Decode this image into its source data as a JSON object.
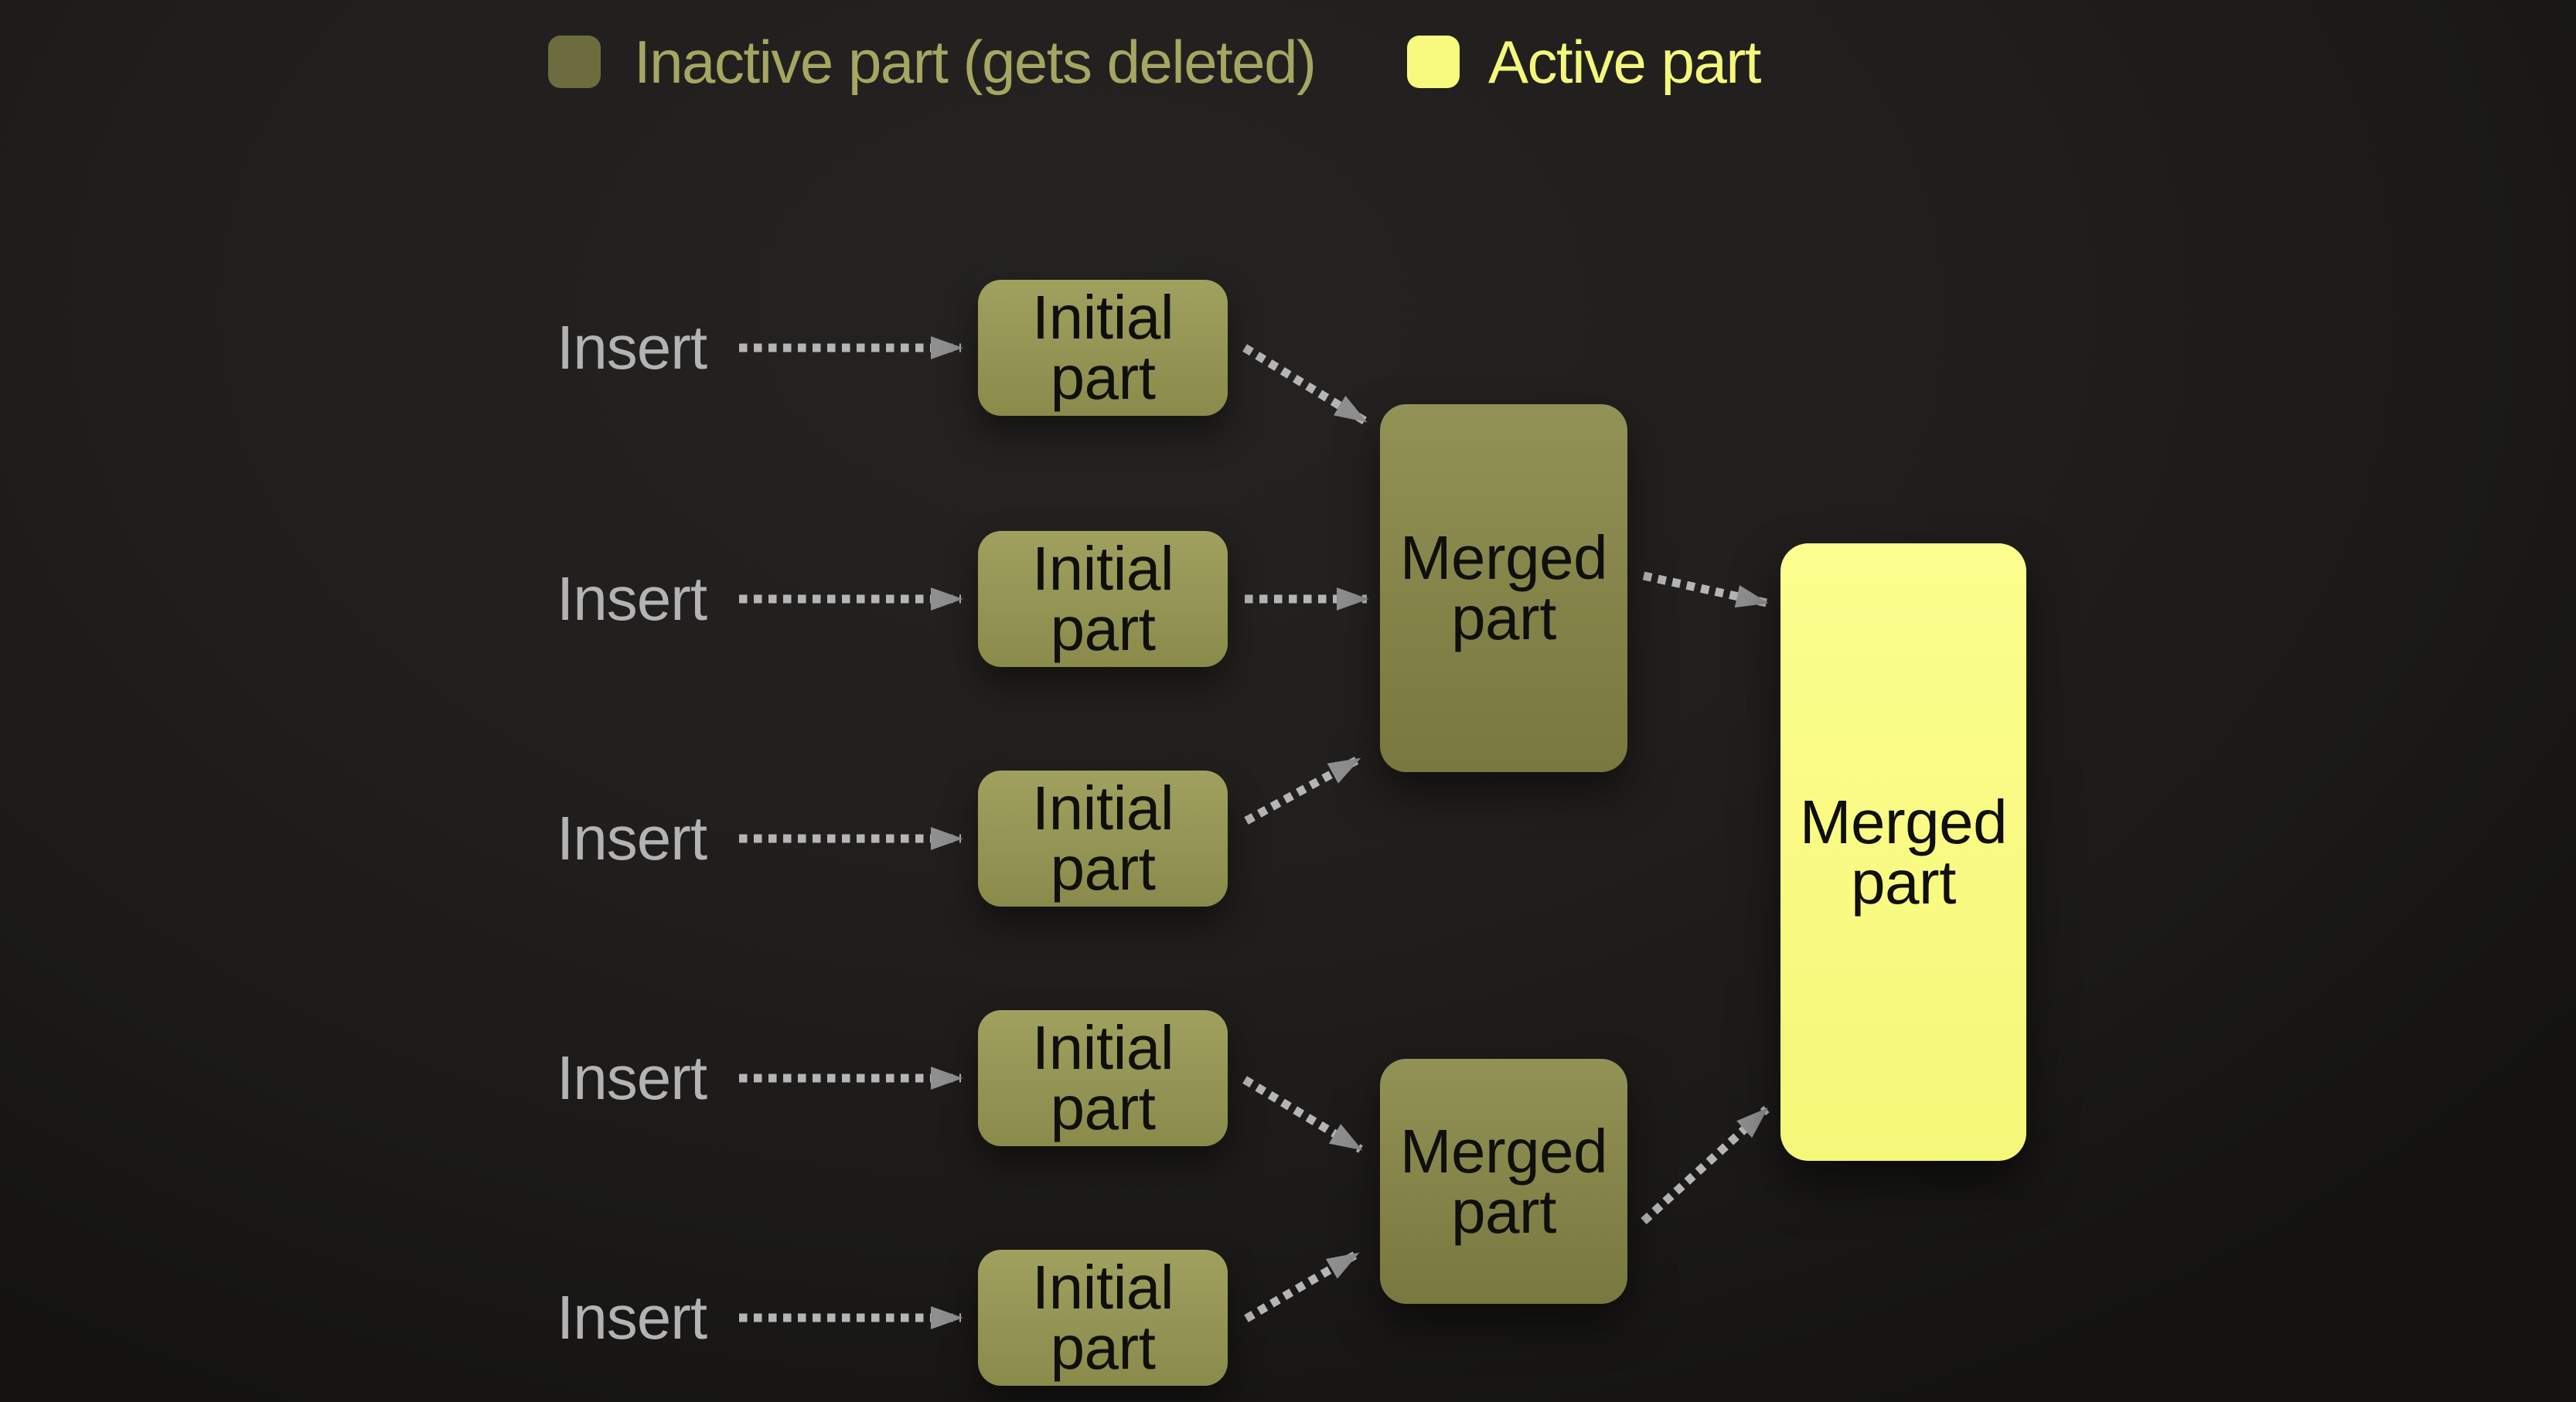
{
  "legend": {
    "inactive_label": "Inactive part (gets deleted)",
    "active_label": "Active part",
    "inactive_color": "#6c6c3f",
    "active_color": "#f8fa7d"
  },
  "flow": {
    "inserts": [
      "Insert",
      "Insert",
      "Insert",
      "Insert",
      "Insert"
    ],
    "initials": [
      "Initial part",
      "Initial part",
      "Initial part",
      "Initial part",
      "Initial part"
    ],
    "merged": [
      "Merged part",
      "Merged part"
    ],
    "final": "Merged part"
  },
  "colors": {
    "background": "#201f1d",
    "inactive_box": "#95955a",
    "merged_box": "#86864b",
    "active_box": "#f9fb82",
    "box_text": "#0f0f0d",
    "insert_text": "#b3b3b3",
    "arrow_dash": "#b5b5b5",
    "arrow_head": "#8f8f8f"
  }
}
